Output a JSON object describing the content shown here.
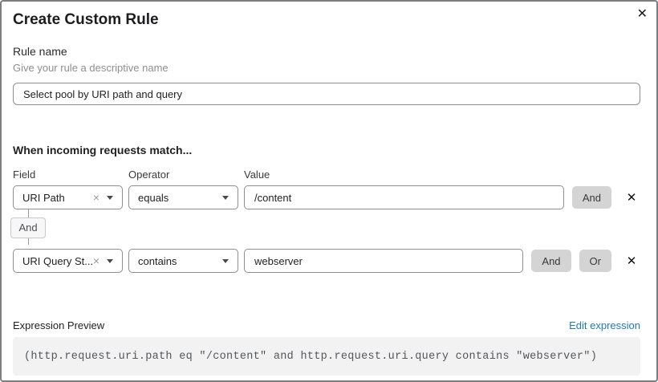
{
  "modal": {
    "title": "Create Custom Rule"
  },
  "icons": {
    "close": "✕",
    "clear": "×"
  },
  "rule_name": {
    "label": "Rule name",
    "hint": "Give your rule a descriptive name",
    "value": "Select pool by URI path and query"
  },
  "matcher": {
    "heading": "When incoming requests match...",
    "field_label": "Field",
    "operator_label": "Operator",
    "value_label": "Value",
    "connector": "And",
    "rows": [
      {
        "field": "URI Path",
        "operator": "equals",
        "value": "/content",
        "and_label": "And"
      },
      {
        "field": "URI Query St...",
        "operator": "contains",
        "value": "webserver",
        "and_label": "And",
        "or_label": "Or"
      }
    ]
  },
  "expression": {
    "label": "Expression Preview",
    "edit_link": "Edit expression",
    "code": "(http.request.uri.path eq \"/content\" and http.request.uri.query contains \"webserver\")"
  },
  "colors": {
    "link_blue": "#2178c4",
    "button_gray": "#d4d4d4",
    "code_background": "#f2f2f3",
    "border_gray": "#8e8e93"
  }
}
